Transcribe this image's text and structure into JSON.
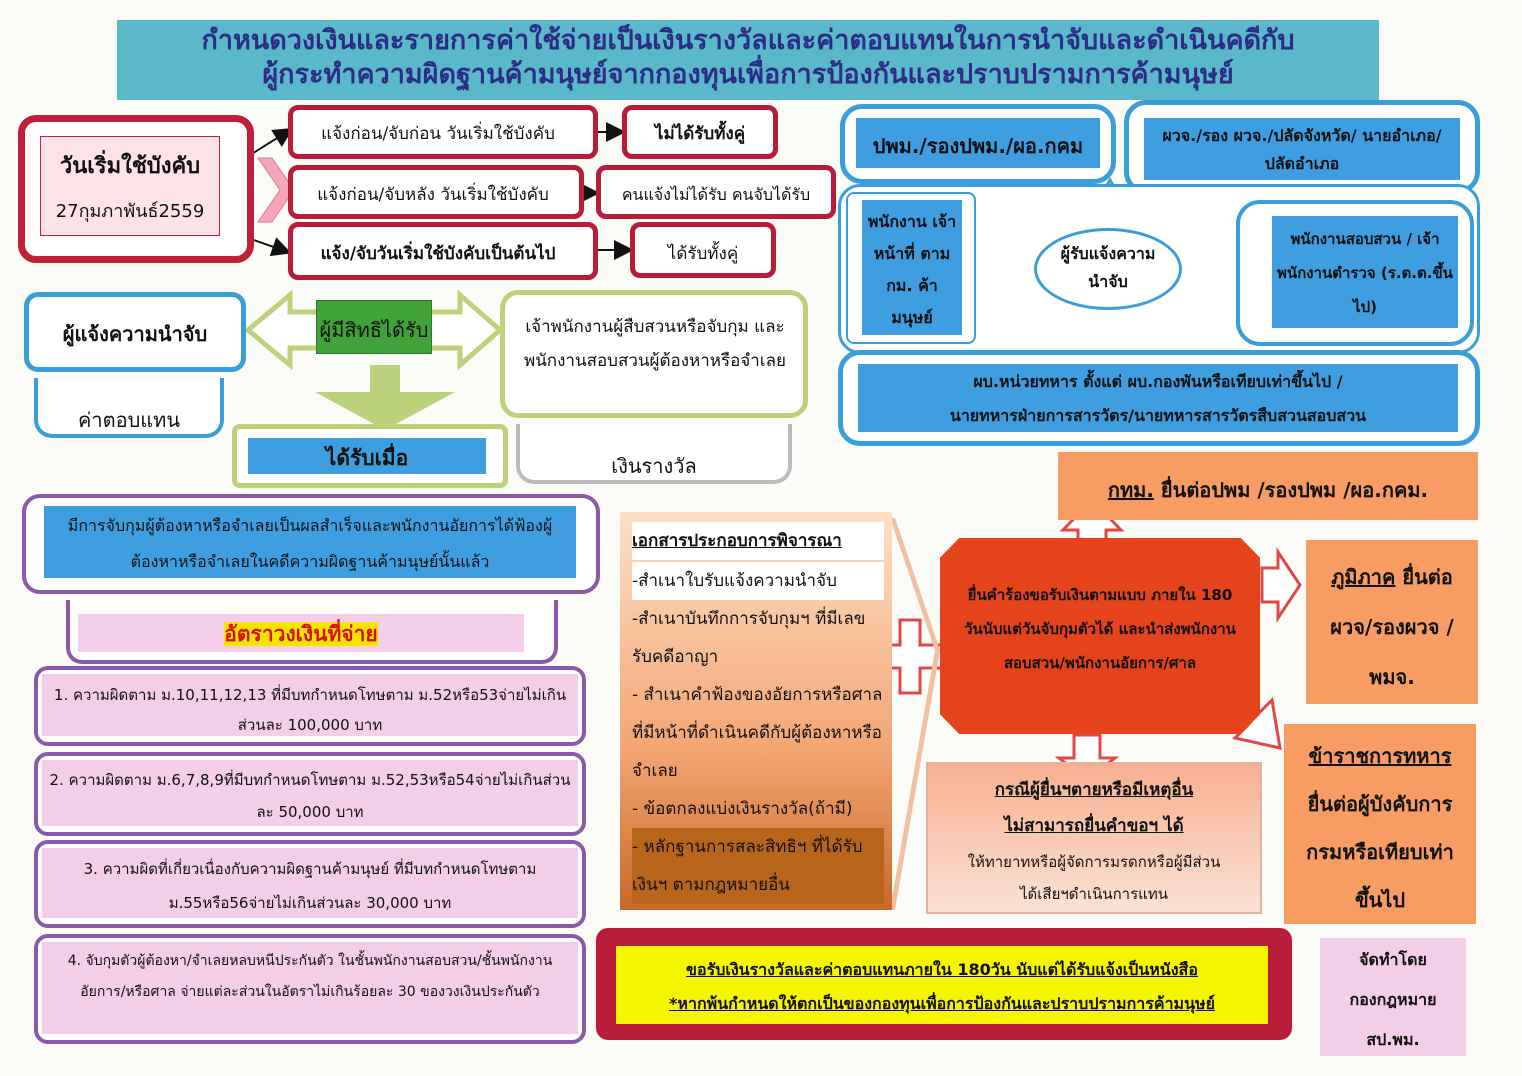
{
  "title": {
    "line1": "กำหนดวงเงินและรายการค่าใช้จ่ายเป็นเงินรางวัลและค่าตอบแทนในการนำจับและดำเนินคดีกับ",
    "line2": "ผู้กระทำความผิดฐานค้ามนุษย์จากกองทุนเพื่อการป้องกันและปราบปรามการค้ามนุษย์"
  },
  "effective": {
    "label": "วันเริ่มใช้บังคับ",
    "date": "27กุมภาพันธ์2559",
    "cases": [
      {
        "condition": "แจ้งก่อน/จับก่อน วันเริ่มใช้บังคับ",
        "result": "ไม่ได้รับทั้งคู่"
      },
      {
        "condition": "แจ้งก่อน/จับหลัง วันเริ่มใช้บังคับ",
        "result": "คนแจ้งไม่ได้รับ คนจับได้รับ"
      },
      {
        "condition": "แจ้ง/จับวันเริ่มใช้บังคับเป็นต้นไป",
        "result": "ได้รับทั้งคู่"
      }
    ]
  },
  "receivers": {
    "center": "ผู้รับแจ้งความนำจับ",
    "top": "ปพม./รองปพม./ผอ.กคม",
    "top_right": "ผวจ./รอง ผวจ./ปลัดจังหวัด/ นายอำเภอ/ปลัดอำเภอ",
    "left": "พนักงาน เจ้าหน้าที่ ตาม กม. ค้ามนุษย์",
    "right": "พนักงานสอบสวน / เจ้าพนักงานตำรวจ (ร.ต.ต.ขึ้นไป)",
    "bottom_line1": "ผบ.หน่วยทหาร ตั้งแต่ ผบ.กองพันหรือเทียบเท่าขึ้นไป /",
    "bottom_line2": "นายทหารฝ่ายการสารวัตร/นายทหารสารวัตรสืบสวนสอบสวน"
  },
  "entitled": {
    "label": "ผู้มีสิทธิได้รับ",
    "informant": "ผู้แจ้งความนำจับ",
    "informant_pay": "ค่าตอบแทน",
    "officer": "เจ้าพนักงานผู้สืบสวนหรือจับกุม และพนักงานสอบสวนผู้ต้องหาหรือจำเลย",
    "officer_pay": "เงินรางวัล",
    "when": "ได้รับเมื่อ"
  },
  "condition_text": "มีการจับกุมผู้ต้องหาหรือจำเลยเป็นผลสำเร็จและพนักงานอัยการได้ฟ้องผู้ต้องหาหรือจำเลยในคดีความผิดฐานค้ามนุษย์นั้นแล้ว",
  "rates": {
    "label": "อัตราวงเงินที่จ่าย",
    "items": [
      "1. ความผิดตาม ม.10,11,12,13 ที่มีบทกำหนดโทษตาม ม.52หรือ53จ่ายไม่เกินส่วนละ 100,000 บาท",
      "2. ความผิดตาม ม.6,7,8,9ที่มีบทกำหนดโทษตาม ม.52,53หรือ54จ่ายไม่เกินส่วนละ 50,000 บาท",
      "3. ความผิดที่เกี่ยวเนื่องกับความผิดฐานค้ามนุษย์ ที่มีบทกำหนดโทษตาม ม.55หรือ56จ่ายไม่เกินส่วนละ 30,000 บาท",
      "4. จับกุมตัวผู้ต้องหา/จำเลยหลบหนีประกันตัว ในชั้นพนักงานสอบสวน/ชั้นพนักงานอัยการ/หรือศาล จ่ายแต่ละส่วนในอัตราไม่เกินร้อยละ 30 ของวงเงินประกันตัว"
    ]
  },
  "documents": {
    "title": "เอกสารประกอบการพิจารณา",
    "items": [
      "-สำเนาใบรับแจ้งความนำจับ",
      "-สำเนาบันทึกการจับกุมฯ ที่มีเลขรับคดีอาญา",
      "- สำเนาคำฟ้องของอัยการหรือศาลที่มีหน้าที่ดำเนินคดีกับผู้ต้องหาหรือจำเลย",
      "- ข้อตกลงแบ่งเงินรางวัล(ถ้ามี)",
      "- หลักฐานการสละสิทธิฯ ที่ได้รับเงินฯ ตามกฎหมายอื่น"
    ]
  },
  "request": "ยื่นคำร้องขอรับเงินตามแบบ ภายใน 180 วันนับแต่วันจับกุมตัวได้ และนำส่งพนักงานสอบสวน/พนักงานอัยการ/ศาล",
  "bkk": {
    "u": "กทม.",
    "rest": " ยื่นต่อปพม /รองปพม /ผอ.กคม."
  },
  "region": {
    "u": "ภูมิภาค",
    "rest": " ยื่นต่อ ผวจ/รองผวจ / พมจ."
  },
  "military": {
    "u": "ข้าราชการทหาร",
    "rest": "ยื่นต่อผู้บังคับการ กรมหรือเทียบเท่า ขึ้นไป"
  },
  "death": {
    "line1": "กรณีผู้ยื่นฯตายหรือมีเหตุอื่น",
    "line2": "ไม่สามารถยื่นคำขอฯ ได้",
    "rest": "ให้ทายาทหรือผู้จัดการมรดกหรือผู้มีส่วนได้เสียฯดำเนินการแทน"
  },
  "notice": {
    "line1": "ขอรับเงินรางวัลและค่าตอบแทนภายใน 180วัน นับแต่ได้รับแจ้งเป็นหนังสือ",
    "line2": "*หากพ้นกำหนดให้ตกเป็นของกองทุนเพื่อการป้องกันและปราบปรามการค้ามนุษย์"
  },
  "credit": {
    "line1": "จัดทำโดย",
    "line2": "กองกฎหมาย",
    "line3": "สป.พม."
  }
}
